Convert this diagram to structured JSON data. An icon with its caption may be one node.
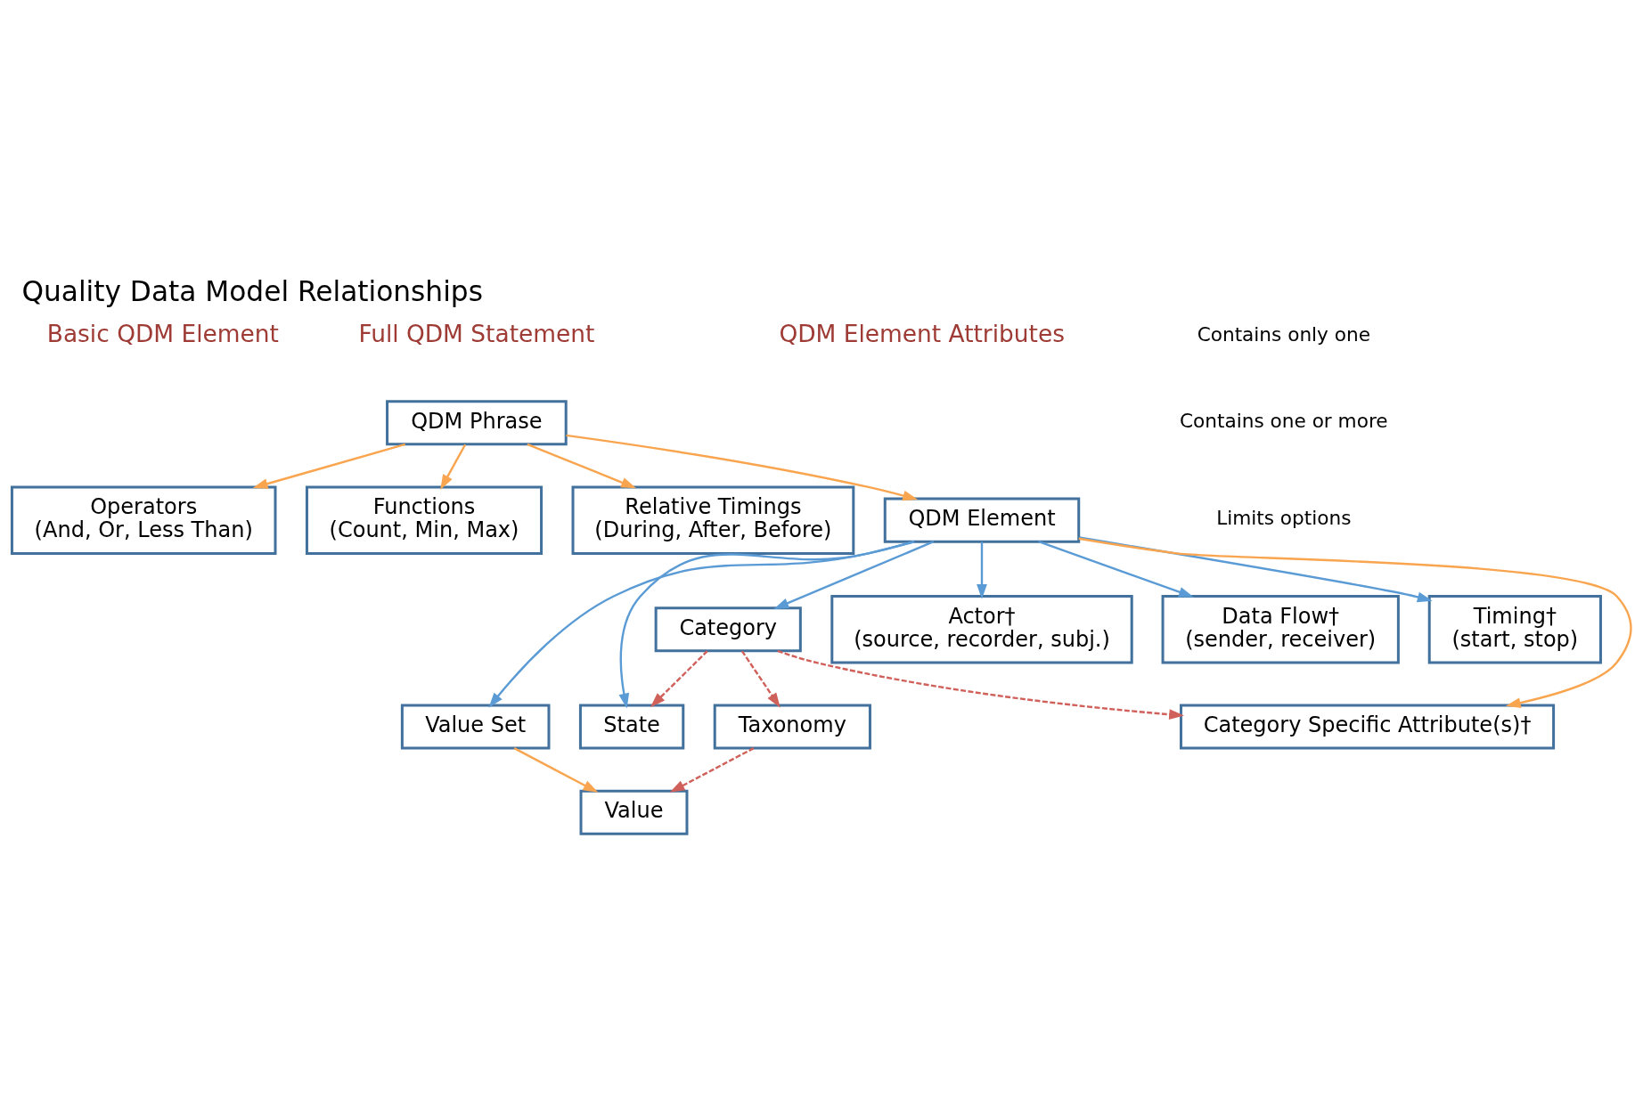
{
  "diagram": {
    "title": "Quality Data Model Relationships",
    "nodes": [
      {
        "text": [
          "QDM Phrase"
        ]
      },
      {
        "text": [
          "Operators",
          "(And, Or, Less Than)"
        ]
      },
      {
        "text": [
          "Functions",
          "(Count, Min, Max)"
        ]
      },
      {
        "text": [
          "Relative Timings",
          "(During, After, Before)"
        ]
      },
      {
        "text": [
          "QDM Element"
        ]
      },
      {
        "text": [
          "Value Set"
        ]
      },
      {
        "text": [
          "Value"
        ]
      },
      {
        "text": [
          "Taxonomy"
        ]
      },
      {
        "text": [
          "Category"
        ]
      },
      {
        "text": [
          "State"
        ]
      },
      {
        "text": [
          "Actor†",
          "(source, recorder, subj.)"
        ]
      },
      {
        "text": [
          "Data Flow†",
          "(sender, receiver)"
        ]
      },
      {
        "text": [
          "Timing†",
          "(start, stop)"
        ]
      },
      {
        "text": [
          "Category Specific Attribute(s)†"
        ]
      }
    ],
    "edges": [
      {
        "from": 0,
        "to": 1,
        "arrow": "to",
        "color": "#f9a54f"
      },
      {
        "from": 0,
        "to": 2,
        "arrow": "to",
        "color": "#f9a54f"
      },
      {
        "from": 0,
        "to": 3,
        "arrow": "to",
        "color": "#f9a54f"
      },
      {
        "from": 0,
        "to": 4,
        "arrow": "to",
        "color": "#f9a54f"
      },
      {
        "from": 4,
        "to": 5,
        "arrow": "to",
        "color": "#5b9bd5"
      },
      {
        "from": 4,
        "to": 8,
        "arrow": "to",
        "color": "#5b9bd5"
      },
      {
        "from": 4,
        "to": 9,
        "arrow": "to",
        "color": "#5b9bd5"
      },
      {
        "from": 4,
        "to": 10,
        "arrow": "to",
        "color": "#5b9bd5"
      },
      {
        "from": 4,
        "to": 11,
        "arrow": "to",
        "color": "#5b9bd5"
      },
      {
        "from": 4,
        "to": 12,
        "arrow": "to",
        "color": "#5b9bd5"
      },
      {
        "from": 4,
        "to": 13,
        "arrow": "to",
        "color": "#f9a54f"
      },
      {
        "from": 5,
        "to": 6,
        "arrow": "to",
        "color": "#f9a54f"
      },
      {
        "from": 7,
        "to": 6,
        "arrow": "to",
        "style": "dashed",
        "color": "#d0605a"
      },
      {
        "from": 8,
        "to": 9,
        "arrow": "to",
        "style": "dashed",
        "color": "#d0605a"
      },
      {
        "from": 8,
        "to": 7,
        "arrow": "to",
        "style": "dashed",
        "color": "#d0605a"
      },
      {
        "from": 8,
        "to": 13,
        "arrow": "to",
        "style": "dashed",
        "color": "#d0605a"
      }
    ],
    "labels": [
      "Basic QDM Element",
      "Full QDM Statement",
      "QDM Element Attributes"
    ],
    "legend": [
      {
        "text": "Contains only one"
      },
      {
        "text": "Contains one or more"
      },
      {
        "text": "Limits options"
      }
    ]
  }
}
